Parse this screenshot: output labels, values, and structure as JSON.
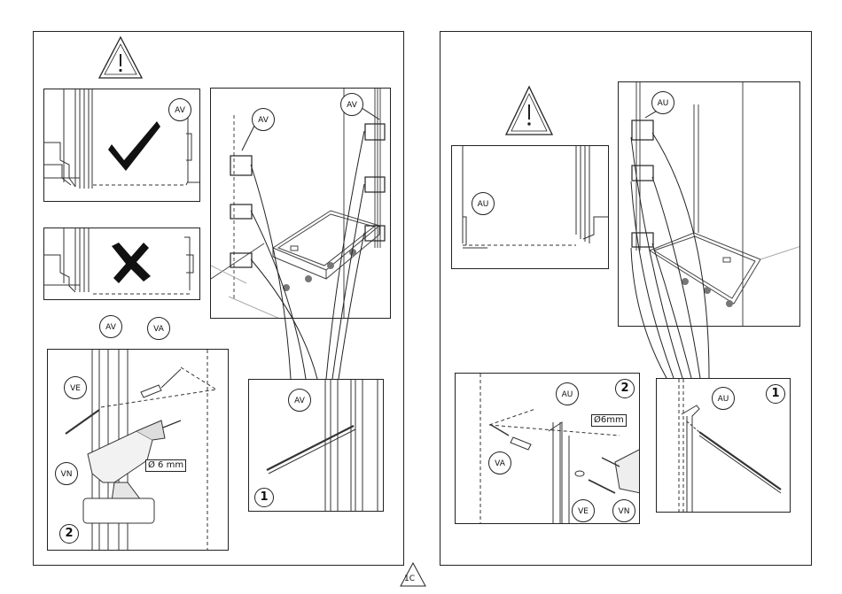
{
  "page_number": "1C",
  "left_page": {
    "panel_correct": {
      "callout": "AV",
      "symbol": "check-mark"
    },
    "panel_incorrect": {
      "symbol": "cross-mark"
    },
    "panel_wall_view": {
      "callout_left": "AV",
      "callout_right": "AV"
    },
    "panel_step_drill": {
      "step": "2",
      "callout_profile": "AV",
      "callout_plug": "VA",
      "callout_washer": "VE",
      "callout_screw": "VN",
      "drill_size": "Ø 6 mm"
    },
    "panel_step_fit": {
      "step": "1",
      "callout": "AV"
    }
  },
  "right_page": {
    "panel_detail": {
      "callout": "AU"
    },
    "panel_wall_view": {
      "callout": "AU"
    },
    "panel_step_drill": {
      "step": "2",
      "callout_profile": "AU",
      "callout_plug": "VA",
      "callout_washer": "VE",
      "callout_screw": "VN",
      "drill_size": "Ø6mm"
    },
    "panel_step_fit": {
      "step": "1",
      "callout": "AU"
    }
  }
}
